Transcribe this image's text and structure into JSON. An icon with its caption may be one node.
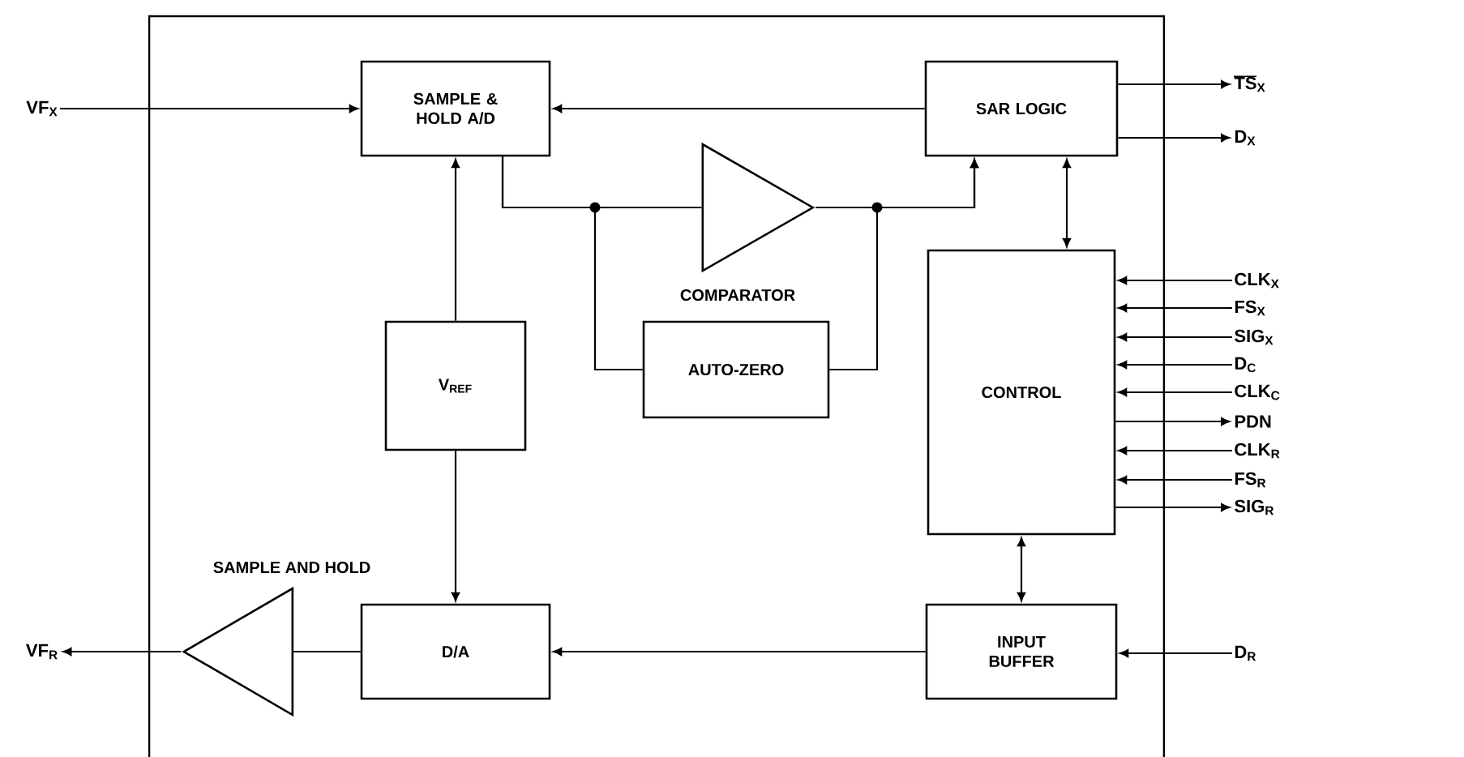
{
  "diagram": {
    "nodes": [
      {
        "text": [],
        "shape": "box"
      },
      {
        "text": [
          "VF$_{X}$"
        ]
      },
      {
        "text": [
          "SAMPLE & HOLD A/D"
        ],
        "in": 0
      },
      {
        "text": [
          "SAR LOGIC"
        ],
        "in": 0
      },
      {
        "text": [
          "TS$_{X}$"
        ]
      },
      {
        "text": [
          "D$_{X}$"
        ]
      },
      {
        "text": [],
        "shape": "triangle",
        "beside": [
          "COMPARATOR"
        ],
        "in": 0
      },
      {
        "text": [
          "V$_{REF}$"
        ],
        "in": 0
      },
      {
        "text": [
          "AUTO-ZERO"
        ],
        "in": 0
      },
      {
        "text": [
          "CONTROL"
        ],
        "in": 0
      },
      {
        "text": [
          "CLK$_{X}$"
        ]
      },
      {
        "text": [
          "FS$_{X}$"
        ]
      },
      {
        "text": [
          "SIG$_{X}$"
        ]
      },
      {
        "text": [
          "D$_{C}$"
        ]
      },
      {
        "text": [
          "CLK$_{C}$"
        ]
      },
      {
        "text": [
          "PDN"
        ]
      },
      {
        "text": [
          "CLK$_{R}$"
        ]
      },
      {
        "text": [
          "FS$_{R}$"
        ]
      },
      {
        "text": [
          "SIG$_{R}$"
        ]
      },
      {
        "text": [],
        "shape": "triangle",
        "beside": [
          "SAMPLE AND HOLD"
        ],
        "in": 0
      },
      {
        "text": [
          "D/A"
        ],
        "in": 0
      },
      {
        "text": [
          "INPUT BUFFER"
        ],
        "in": 0
      },
      {
        "text": [
          "VF$_{R}$"
        ]
      },
      {
        "text": [
          "D$_{R}$"
        ]
      }
    ],
    "edges": [
      {
        "from": 1,
        "to": 2,
        "arrow": "to"
      },
      {
        "from": 3,
        "to": 2,
        "arrow": "to"
      },
      {
        "from": 3,
        "to": 4,
        "arrow": "to"
      },
      {
        "from": 3,
        "to": 5,
        "arrow": "to"
      },
      {
        "from": 2,
        "to": 6,
        "arrow": "none"
      },
      {
        "from": 2,
        "to": 8,
        "arrow": "none"
      },
      {
        "from": 6,
        "to": 3,
        "arrow": "to"
      },
      {
        "from": 8,
        "to": 3,
        "arrow": "to"
      },
      {
        "from": 3,
        "to": 9,
        "arrow": "both"
      },
      {
        "from": 7,
        "to": 2,
        "arrow": "to"
      },
      {
        "from": 7,
        "to": 20,
        "arrow": "to"
      },
      {
        "from": 10,
        "to": 9,
        "arrow": "to"
      },
      {
        "from": 11,
        "to": 9,
        "arrow": "to"
      },
      {
        "from": 12,
        "to": 9,
        "arrow": "to"
      },
      {
        "from": 13,
        "to": 9,
        "arrow": "to"
      },
      {
        "from": 14,
        "to": 9,
        "arrow": "to"
      },
      {
        "from": 9,
        "to": 15,
        "arrow": "to"
      },
      {
        "from": 16,
        "to": 9,
        "arrow": "to"
      },
      {
        "from": 17,
        "to": 9,
        "arrow": "to"
      },
      {
        "from": 9,
        "to": 18,
        "arrow": "to"
      },
      {
        "from": 9,
        "to": 21,
        "arrow": "both"
      },
      {
        "from": 21,
        "to": 20,
        "arrow": "to"
      },
      {
        "from": 20,
        "to": 19,
        "arrow": "none"
      },
      {
        "from": 19,
        "to": 22,
        "arrow": "to"
      },
      {
        "from": 23,
        "to": 21,
        "arrow": "to"
      }
    ]
  }
}
